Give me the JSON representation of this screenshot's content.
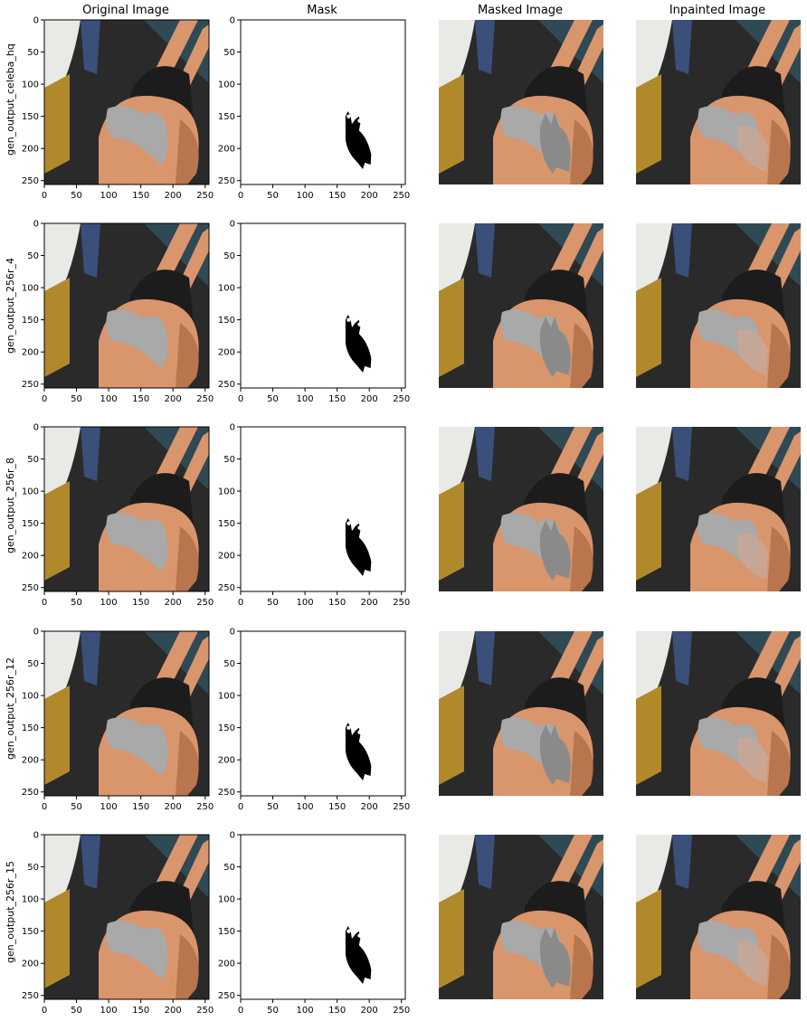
{
  "column_titles": [
    "Original Image",
    "Mask",
    "Masked Image",
    "Inpainted Image"
  ],
  "row_labels": [
    "gen_output_celeba_hq",
    "gen_output_256r_4",
    "gen_output_256r_8",
    "gen_output_256r_12",
    "gen_output_256r_15"
  ],
  "axis": {
    "ticks": [
      "0",
      "50",
      "100",
      "150",
      "200",
      "250"
    ]
  },
  "colors": {
    "skin": "#d9956c",
    "skin_dark": "#b9754e",
    "shirt": "#1c1c1c",
    "floor": "#2a2a2a",
    "teal_wall": "#2f4a55",
    "gold_box": "#b08a2a",
    "white_fixture": "#e9e9e6",
    "blue_cloth": "#3a4f7a",
    "grey_mask": "#8a8a8a",
    "gray_cloth": "#a9a9a9"
  }
}
